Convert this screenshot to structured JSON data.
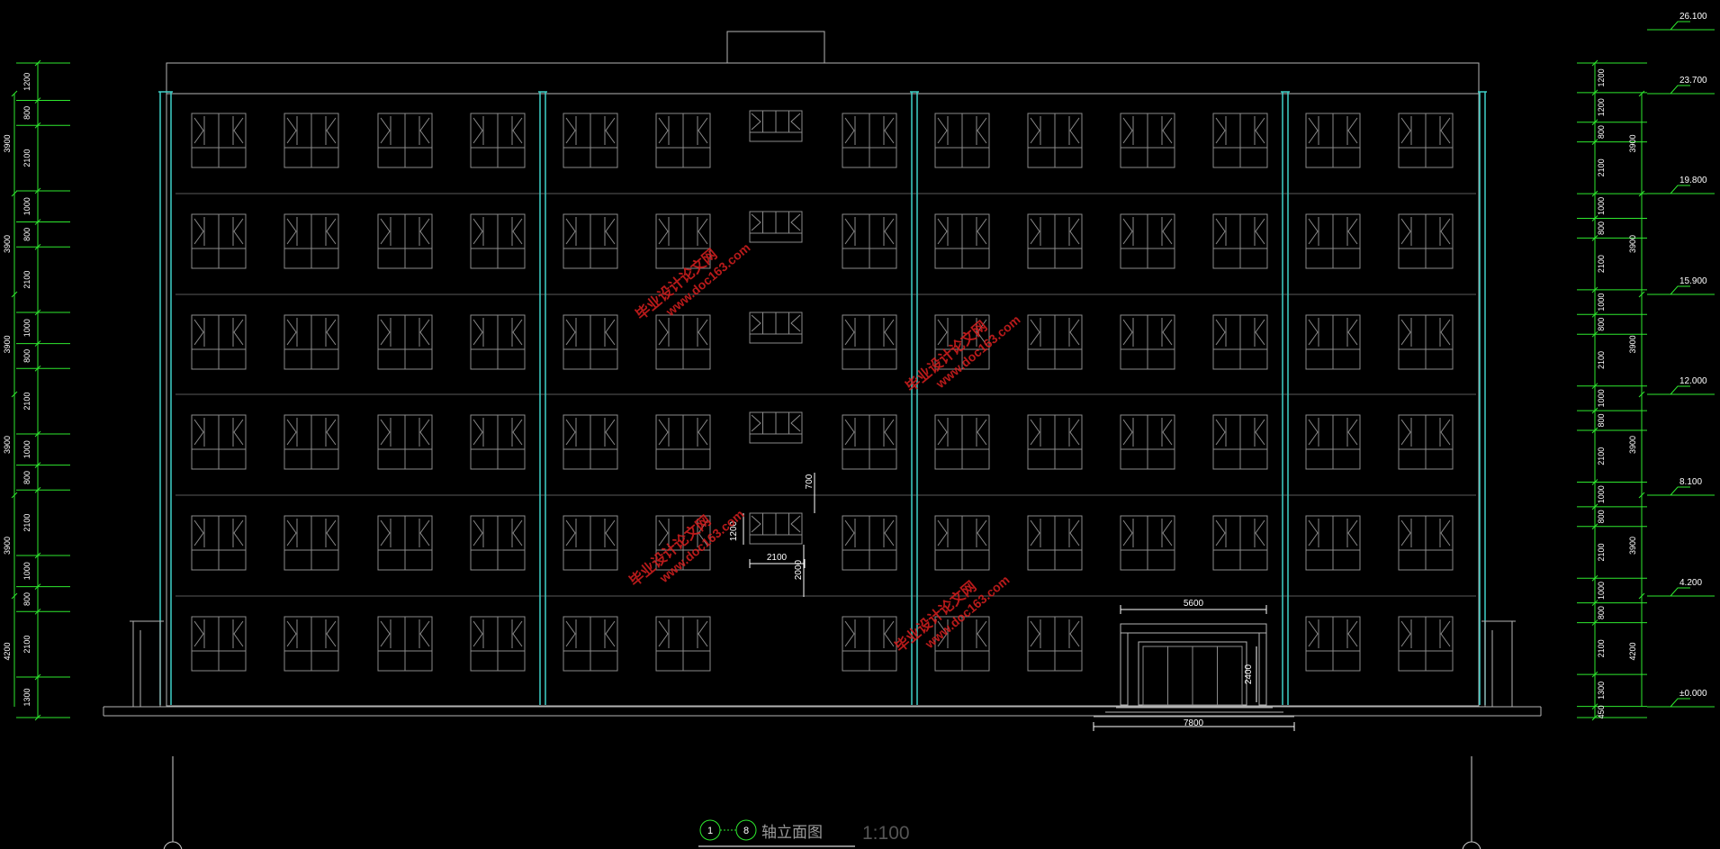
{
  "drawing": {
    "colors": {
      "background": "#000000",
      "outline": "#b3b3b3",
      "floor_line": "#5a5a5a",
      "window": "#8a8a8a",
      "pilaster": "#3fd1c9",
      "dimension": "#2ee82e",
      "text": "#ffffff",
      "watermark": "#d81e1e"
    },
    "left_dims": {
      "segments": [
        "1200",
        "800",
        "2100",
        "1000",
        "800",
        "2100",
        "1000",
        "800",
        "2100",
        "1000",
        "800",
        "2100",
        "1000",
        "800",
        "2100",
        "1300"
      ],
      "storeys": [
        "3900",
        "3900",
        "3900",
        "3900",
        "3900",
        "4200"
      ]
    },
    "right_dims": {
      "segments": [
        "1200",
        "1200",
        "800",
        "2100",
        "1000",
        "800",
        "2100",
        "1000",
        "800",
        "2100",
        "1000",
        "800",
        "2100",
        "1000",
        "800",
        "2100",
        "1000",
        "800",
        "2100",
        "1300",
        "450"
      ],
      "storeys": [
        "3900",
        "3900",
        "3900",
        "3900",
        "3900",
        "4200"
      ]
    },
    "levels": [
      "26.100",
      "23.700",
      "19.800",
      "15.900",
      "12.000",
      "8.100",
      "4.200",
      "±0.000"
    ],
    "window_dims": {
      "width": "2100",
      "sill": "700",
      "height": "1200",
      "span": "2000"
    },
    "entrance_dims": {
      "canopy": "5600",
      "door_height": "2400",
      "base": "7800"
    },
    "title": {
      "axis_start": "1",
      "axis_end": "8",
      "name": "轴立面图",
      "scale": "1:100"
    },
    "watermark": {
      "line1": "毕业设计论文网",
      "line2": "www.doc163.com"
    }
  }
}
